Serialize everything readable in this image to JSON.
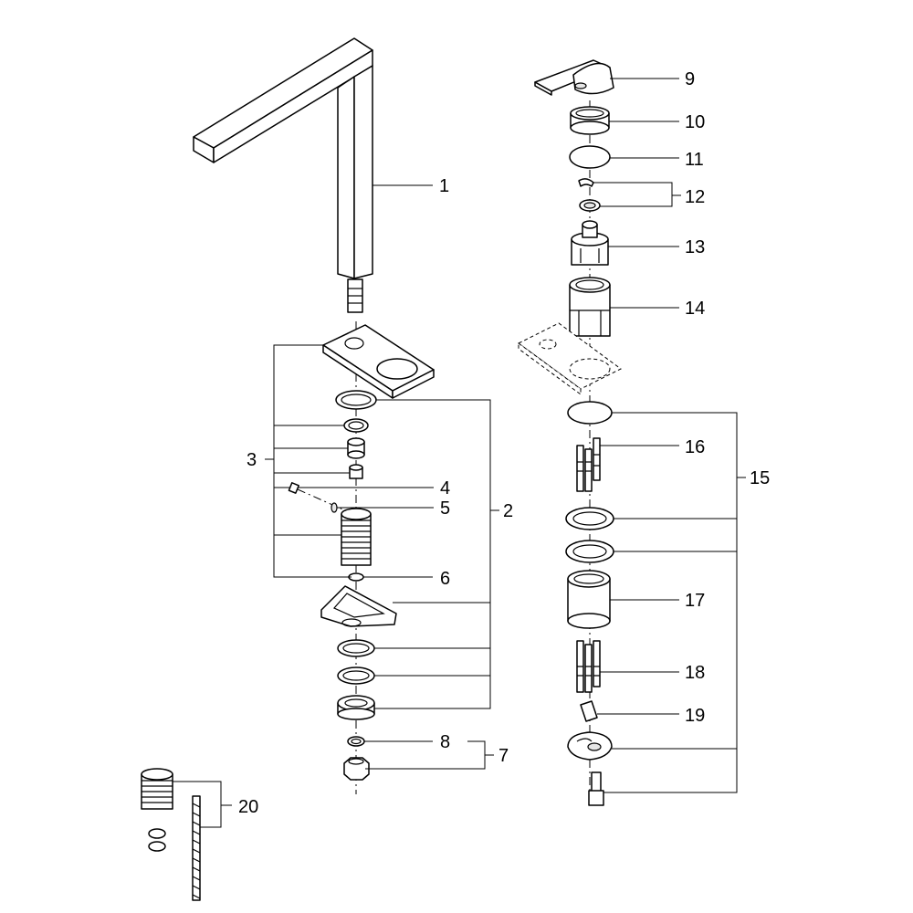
{
  "callouts": [
    {
      "id": "1",
      "text": "1"
    },
    {
      "id": "2",
      "text": "2"
    },
    {
      "id": "3",
      "text": "3"
    },
    {
      "id": "4",
      "text": "4"
    },
    {
      "id": "5",
      "text": "5"
    },
    {
      "id": "6",
      "text": "6"
    },
    {
      "id": "7",
      "text": "7"
    },
    {
      "id": "8",
      "text": "8"
    },
    {
      "id": "9",
      "text": "9"
    },
    {
      "id": "10",
      "text": "10"
    },
    {
      "id": "11",
      "text": "11"
    },
    {
      "id": "12",
      "text": "12"
    },
    {
      "id": "13",
      "text": "13"
    },
    {
      "id": "14",
      "text": "14"
    },
    {
      "id": "15",
      "text": "15"
    },
    {
      "id": "16",
      "text": "16"
    },
    {
      "id": "17",
      "text": "17"
    },
    {
      "id": "18",
      "text": "18"
    },
    {
      "id": "19",
      "text": "19"
    },
    {
      "id": "20",
      "text": "20"
    }
  ]
}
